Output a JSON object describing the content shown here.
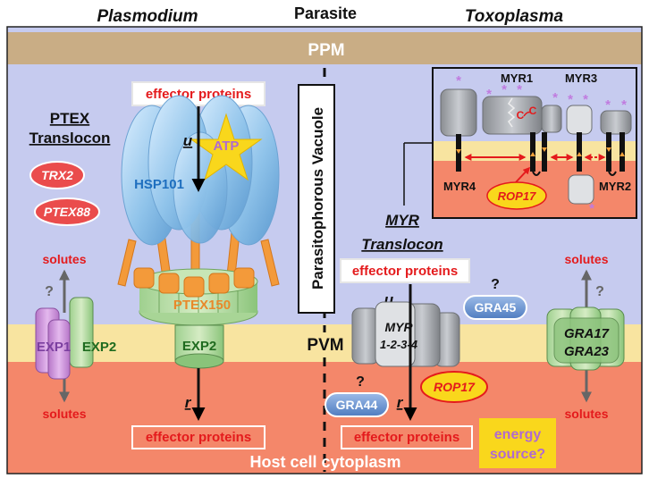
{
  "header": {
    "left": "Plasmodium",
    "center": "Parasite",
    "right": "Toxoplasma"
  },
  "membranes": {
    "ppm": "PPM",
    "pvm": "PVM",
    "vacuole": "Parasitophorous Vacuole",
    "cytoplasm": "Host cell cytoplasm"
  },
  "ptex": {
    "title_line1": "PTEX",
    "title_line2": "Translocon",
    "trx2": "TRX2",
    "ptex88": "PTEX88",
    "hsp101": "HSP101",
    "atp": "ATP",
    "ptex150": "PTEX150",
    "exp2_channel": "EXP2",
    "effector_top": "effector proteins",
    "effector_bottom": "effector proteins",
    "unfold": "u",
    "refold": "r"
  },
  "pore_left": {
    "solutes_top": "solutes",
    "solutes_bottom": "solutes",
    "question": "?",
    "exp1": "EXP1",
    "exp2": "EXP2"
  },
  "myr": {
    "title_line1": "MYR",
    "title_line2": "Translocon",
    "effector_top": "effector proteins",
    "effector_bottom": "effector proteins",
    "unfold": "u",
    "refold": "r",
    "complex_line1": "MYR",
    "complex_line2": "1-2-3-4",
    "gra45": "GRA45",
    "gra44": "GRA44",
    "rop17": "ROP17",
    "question_gra45": "?",
    "question_gra44": "?",
    "energy_line1": "energy",
    "energy_line2": "source?"
  },
  "pore_right": {
    "solutes_top": "solutes",
    "solutes_bottom": "solutes",
    "question": "?",
    "gra17": "GRA17",
    "gra23": "GRA23"
  },
  "inset": {
    "myr1": "MYR1",
    "myr3": "MYR3",
    "myr4": "MYR4",
    "myr2": "MYR2",
    "rop17": "ROP17",
    "cys1": "C",
    "cys2": "C"
  },
  "colors": {
    "ppm_band": "#c9ad85",
    "vacuole": "#c6cbef",
    "pvm_band": "#f8e4a0",
    "cytoplasm": "#f4876a",
    "effector_text": "#e41a1c",
    "hsp101": "#8fc3ea",
    "atp": "#f9d71c",
    "exp1": "#c98bd6",
    "exp2": "#6aa25e",
    "gra": "#5f87c6"
  }
}
